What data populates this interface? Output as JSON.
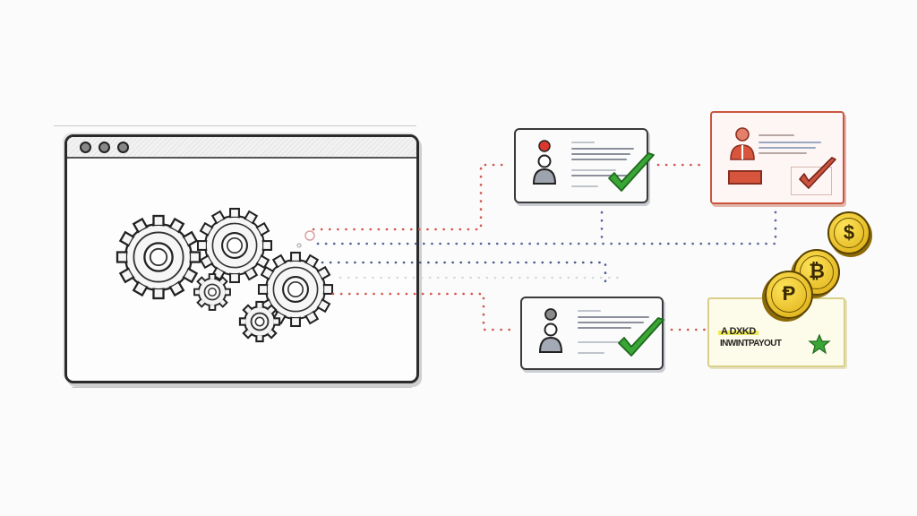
{
  "diagram": {
    "browser_window": {
      "window_controls": [
        "dot",
        "dot",
        "dot"
      ],
      "content_icon": "gears-icon",
      "gear_count": 5
    },
    "connectors": {
      "colors": {
        "red": "#d2554a",
        "blue": "#4b5a8c",
        "faint": "#cfd3de"
      },
      "paths": [
        {
          "from": "browser",
          "to": "profile-card-top",
          "color": "red"
        },
        {
          "from": "browser",
          "to": "review-card",
          "color": "blue"
        },
        {
          "from": "browser",
          "to": "profile-card-bottom",
          "color": "blue"
        },
        {
          "from": "browser",
          "to": "profile-card-bottom",
          "color": "red"
        },
        {
          "from": "profile-card-top",
          "to": "review-card",
          "color": "red"
        },
        {
          "from": "profile-card-bottom",
          "to": "payout-card",
          "color": "red"
        }
      ]
    },
    "cards": {
      "profile_top": {
        "avatar_dot_color": "#d93a2b",
        "status_icon": "check-icon",
        "check_color": "#3aa636"
      },
      "review": {
        "accent_color": "#c9553f",
        "status_icon": "check-icon",
        "check_color": "#c9553f"
      },
      "profile_bottom": {
        "avatar_dot_color": "#777777",
        "status_icon": "check-icon",
        "check_color": "#3aa636"
      },
      "payout": {
        "title": "A DXKD",
        "subtitle": "INWINTPAYOUT",
        "status_icon": "star-icon",
        "status_color": "#3aa636"
      }
    },
    "coins": [
      {
        "symbol": "$",
        "color": "#e8c21c"
      },
      {
        "symbol": "₿",
        "color": "#e8c21c"
      },
      {
        "symbol": "Ᵽ",
        "color": "#e8c21c"
      }
    ]
  }
}
